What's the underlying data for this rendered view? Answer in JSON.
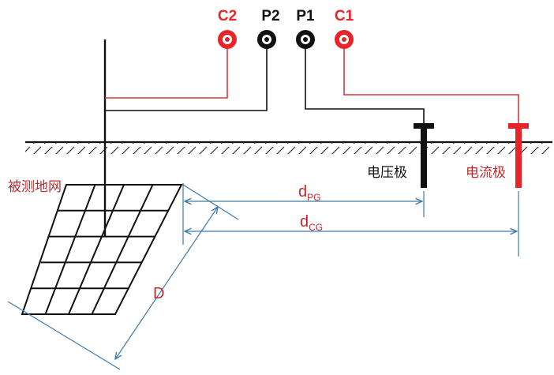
{
  "colors": {
    "red": "#e8242b",
    "black": "#111111",
    "wire_red": "#d9393c",
    "dim_line": "#3d7aa8",
    "label_red": "#c0282e"
  },
  "terminals": [
    {
      "label": "C2",
      "color": "#e8242b"
    },
    {
      "label": "P2",
      "color": "#111111"
    },
    {
      "label": "P1",
      "color": "#111111"
    },
    {
      "label": "C1",
      "color": "#e8242b"
    }
  ],
  "labels": {
    "grid": "被测地网",
    "voltage_electrode": "电压极",
    "current_electrode": "电流极",
    "dim_pg_main": "d",
    "dim_pg_sub": "PG",
    "dim_cg_main": "d",
    "dim_cg_sub": "CG",
    "dim_d": "D"
  }
}
